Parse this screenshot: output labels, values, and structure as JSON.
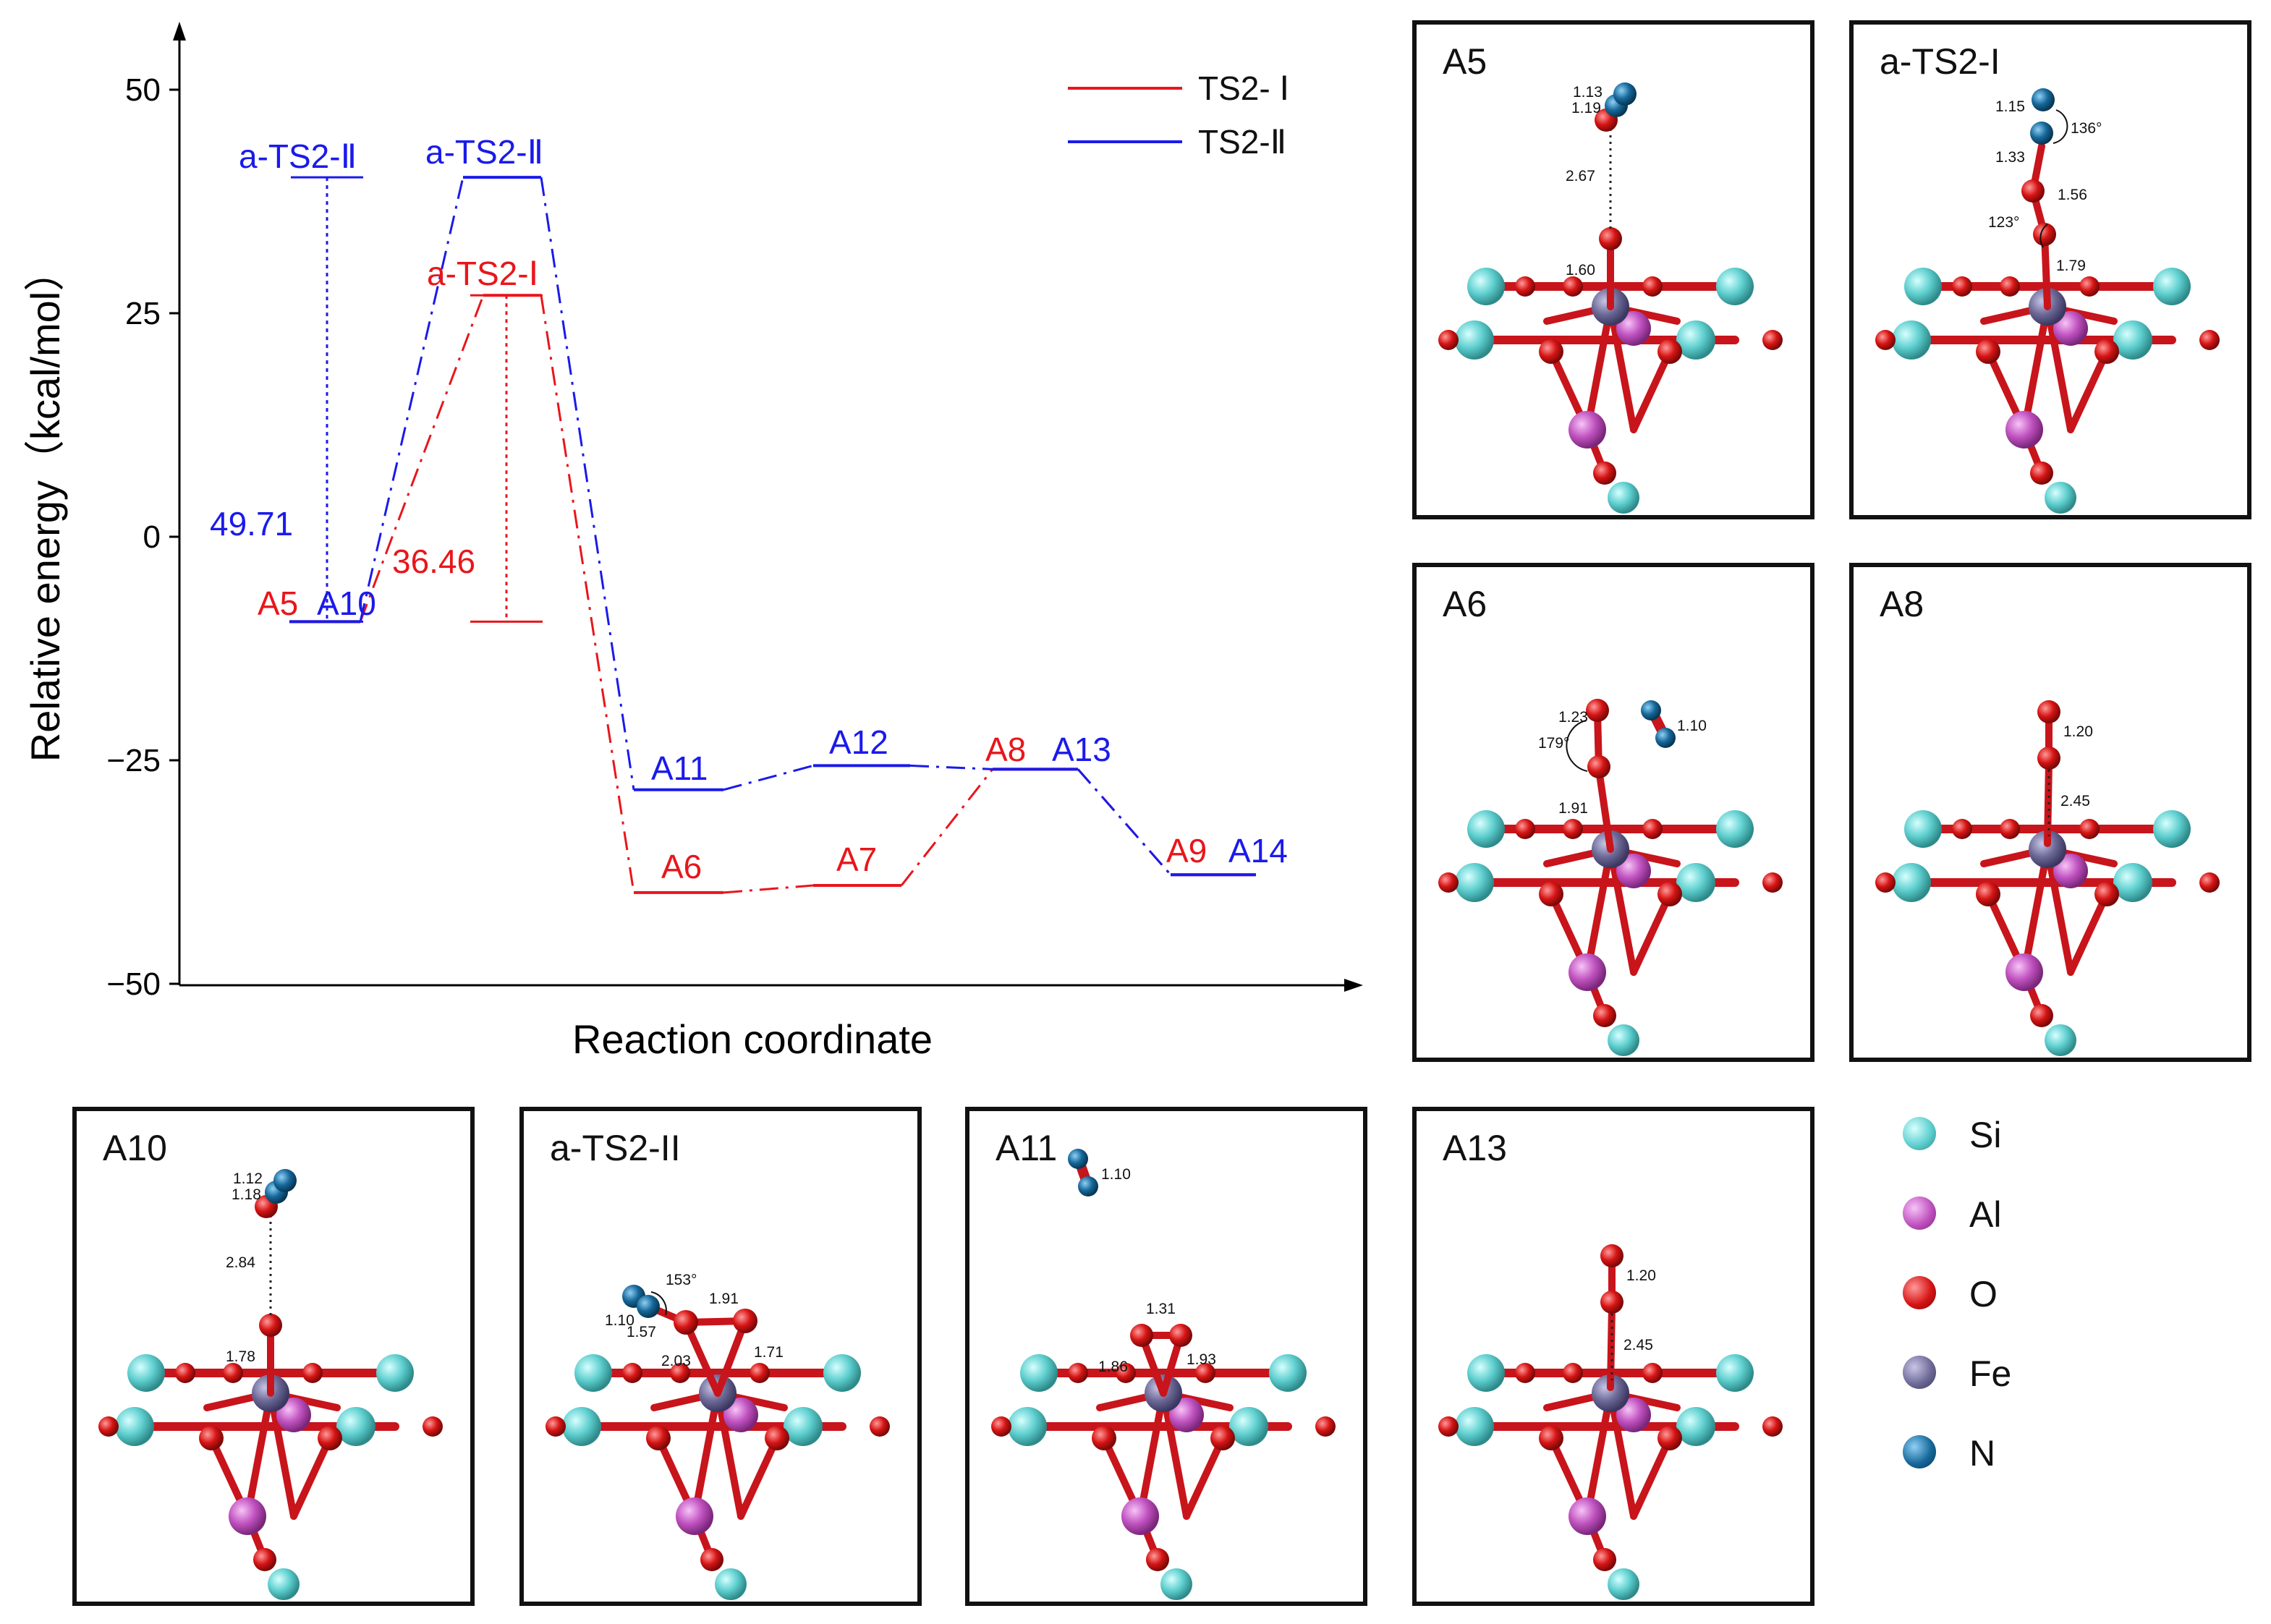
{
  "chart_data": {
    "type": "line",
    "title": "",
    "xlabel": "Reaction coordinate",
    "ylabel": "Relative energy（kcal/mol）",
    "ylim": [
      -50,
      55
    ],
    "yticks": [
      50,
      25,
      0,
      -25,
      -50
    ],
    "yticklabels": [
      "50",
      "25",
      "0",
      "−25",
      "−50"
    ],
    "legend_position": "top-right",
    "series": [
      {
        "name": "TS2- Ⅰ",
        "color": "#e8161b",
        "points": [
          {
            "label": "A5",
            "y": -9.5
          },
          {
            "label": "a-TS2-Ⅰ",
            "y": 27.0
          },
          {
            "label": "A6",
            "y": -39.8
          },
          {
            "label": "A7",
            "y": -39.0
          },
          {
            "label": "A8",
            "y": -26.0
          },
          {
            "label": "A9",
            "y": -37.8
          }
        ]
      },
      {
        "name": "TS2-Ⅱ",
        "color": "#1a1aeb",
        "points": [
          {
            "label": "A10",
            "y": -9.5
          },
          {
            "label": "a-TS2-Ⅱ",
            "y": 40.2
          },
          {
            "label": "A11",
            "y": -28.3
          },
          {
            "label": "A12",
            "y": -25.6
          },
          {
            "label": "A13",
            "y": -26.0
          },
          {
            "label": "A14",
            "y": -37.8
          }
        ]
      }
    ],
    "barriers": [
      {
        "label": "49.71",
        "series": "TS2-Ⅱ",
        "from": -9.5,
        "to": 40.2
      },
      {
        "label": "36.46",
        "series": "TS2- Ⅰ",
        "from": -9.5,
        "to": 27.0
      }
    ],
    "point_labels": [
      {
        "text": "a-TS2-Ⅱ",
        "color": "#1a1aeb"
      },
      {
        "text": "a-TS2-Ⅱ",
        "color": "#1a1aeb"
      },
      {
        "text": "a-TS2-Ⅰ",
        "color": "#e8161b"
      },
      {
        "text": "A5",
        "color": "#e8161b"
      },
      {
        "text": "A10",
        "color": "#1a1aeb"
      },
      {
        "text": "A11",
        "color": "#1a1aeb"
      },
      {
        "text": "A12",
        "color": "#1a1aeb"
      },
      {
        "text": "A8",
        "color": "#e8161b"
      },
      {
        "text": "A13",
        "color": "#1a1aeb"
      },
      {
        "text": "A6",
        "color": "#e8161b"
      },
      {
        "text": "A7",
        "color": "#e8161b"
      },
      {
        "text": "A9",
        "color": "#e8161b"
      },
      {
        "text": "A14",
        "color": "#1a1aeb"
      }
    ]
  },
  "structures": [
    {
      "title": "A5",
      "labels": [
        "1.13",
        "1.19",
        "2.67",
        "1.60"
      ]
    },
    {
      "title": "a-TS2-I",
      "labels": [
        "1.15",
        "136°",
        "1.33",
        "1.56",
        "123°",
        "1.79"
      ]
    },
    {
      "title": "A6",
      "labels": [
        "1.23",
        "1.10",
        "179°",
        "1.91"
      ]
    },
    {
      "title": "A8",
      "labels": [
        "1.20",
        "2.45"
      ]
    },
    {
      "title": "A10",
      "labels": [
        "1.12",
        "1.18",
        "2.84",
        "1.78"
      ]
    },
    {
      "title": "a-TS2-II",
      "labels": [
        "153°",
        "1.91",
        "1.10",
        "1.57",
        "2.03",
        "1.71"
      ]
    },
    {
      "title": "A11",
      "labels": [
        "1.10",
        "1.31",
        "1.86",
        "1.93"
      ]
    },
    {
      "title": "A13",
      "labels": [
        "1.20",
        "2.45"
      ]
    }
  ],
  "atom_legend": [
    {
      "label": "Si",
      "color": "#5fcfcf"
    },
    {
      "label": "Al",
      "color": "#c052c0"
    },
    {
      "label": "O",
      "color": "#d61414"
    },
    {
      "label": "Fe",
      "color": "#6e6a98"
    },
    {
      "label": "N",
      "color": "#16689a"
    }
  ],
  "colors": {
    "bond_red": "#c8141b",
    "bond_grey": "#8a8ab0",
    "dotted": "#222222"
  }
}
